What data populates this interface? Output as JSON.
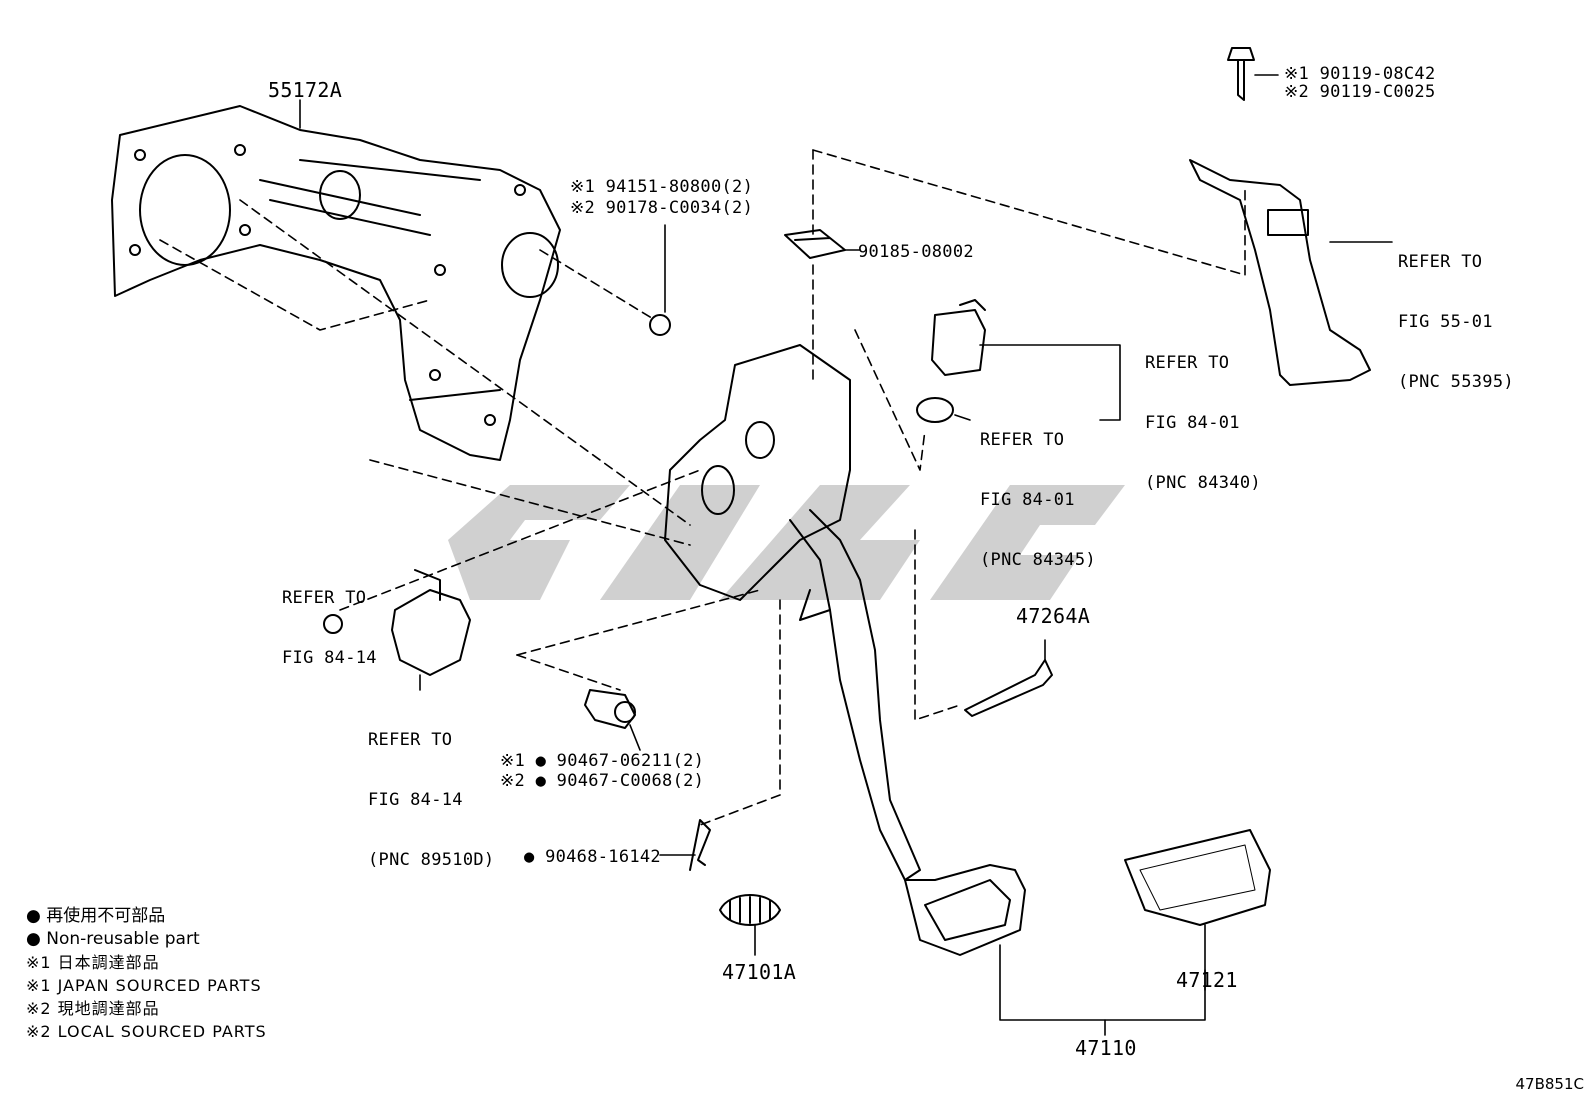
{
  "part_labels": {
    "p55172A": "55172A",
    "p94151": "※1 94151-80800(2)",
    "p90178": "※2 90178-C0034(2)",
    "p90185": "90185-08002",
    "p90119a": "※1 90119-08C42",
    "p90119b": "※2 90119-C0025",
    "p47264A": "47264A",
    "p90467a": "※1 ● 90467-06211(2)",
    "p90467b": "※2 ● 90467-C0068(2)",
    "p90468": "● 90468-16142",
    "p47101A": "47101A",
    "p47121": "47121",
    "p47110": "47110"
  },
  "refer_labels": {
    "fig5501": [
      "REFER TO",
      "FIG 55-01",
      "(PNC 55395)"
    ],
    "fig8401a": [
      "REFER TO",
      "FIG 84-01",
      "(PNC 84340)"
    ],
    "fig8401b": [
      "REFER TO",
      "FIG 84-01",
      "(PNC 84345)"
    ],
    "fig8414a": [
      "REFER TO",
      "FIG 84-14"
    ],
    "fig8414b": [
      "REFER TO",
      "FIG 84-14",
      "(PNC 89510D)"
    ]
  },
  "legend": [
    "● 再使用不可部品",
    "● Non-reusable part",
    "※1 日本調達部品",
    "※1 JAPAN SOURCED PARTS",
    "※2 現地調達部品",
    "※2 LOCAL SOURCED PARTS"
  ],
  "diagram_code": "47B851C"
}
